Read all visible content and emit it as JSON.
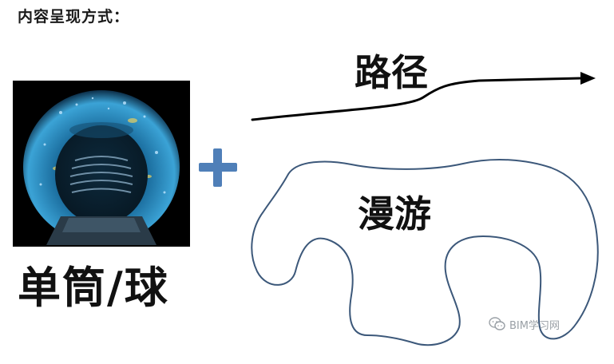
{
  "heading": "内容呈现方式：",
  "labels": {
    "tube": "单筒/球",
    "path": "路径",
    "roam": "漫游"
  },
  "watermark": "BIM学习网",
  "colors": {
    "plus": "#4f7fb8",
    "roam_outline": "#3c587a",
    "arrow": "#000000"
  }
}
